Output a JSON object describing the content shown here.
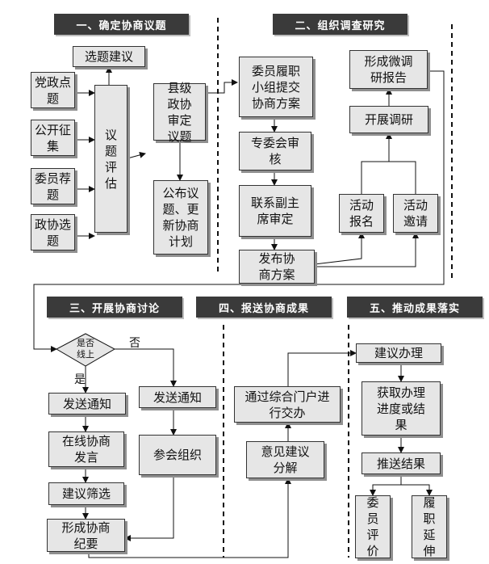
{
  "headers": {
    "h1": "一、确定协商议题",
    "h2": "二、组织调查研究",
    "h3": "三、开展协商讨论",
    "h4": "四、报送协商成果",
    "h5": "五、推动成果落实"
  },
  "section1": {
    "topic_suggestion": "选题建议",
    "party_topic": "党政点题",
    "public_collect": "公开征集",
    "member_recommend": "委员荐题",
    "cppcc_select": "政协选题",
    "topic_evaluate": "议题评估",
    "county_review": "县级政协审定议题",
    "publish_update": "公布议题、更新协商计划"
  },
  "section2": {
    "group_submit": "委员履职小组提交协商方案",
    "committee_review": "专委会审核",
    "vice_chair_review": "联系副主席审定",
    "publish_plan": "发布协商方案",
    "activity_signup": "活动报名",
    "activity_invite": "活动邀请",
    "conduct_research": "开展调研",
    "form_report": "形成微调研报告"
  },
  "section3": {
    "online_question": "是否线上",
    "yes": "是",
    "no": "否",
    "send_notice_online": "发送通知",
    "send_notice_offline": "发送通知",
    "online_speech": "在线协商发言",
    "attend_org": "参会组织",
    "screen_suggestions": "建议筛选",
    "form_minutes": "形成协商纪要"
  },
  "section4": {
    "opinion_decompose": "意见建议分解",
    "portal_submit": "通过综合门户进行交办"
  },
  "section5": {
    "handle_suggestion": "建议办理",
    "get_progress": "获取办理进度或结果",
    "push_result": "推送结果",
    "member_evaluate": "委员评价",
    "duty_extend": "履职延伸"
  }
}
